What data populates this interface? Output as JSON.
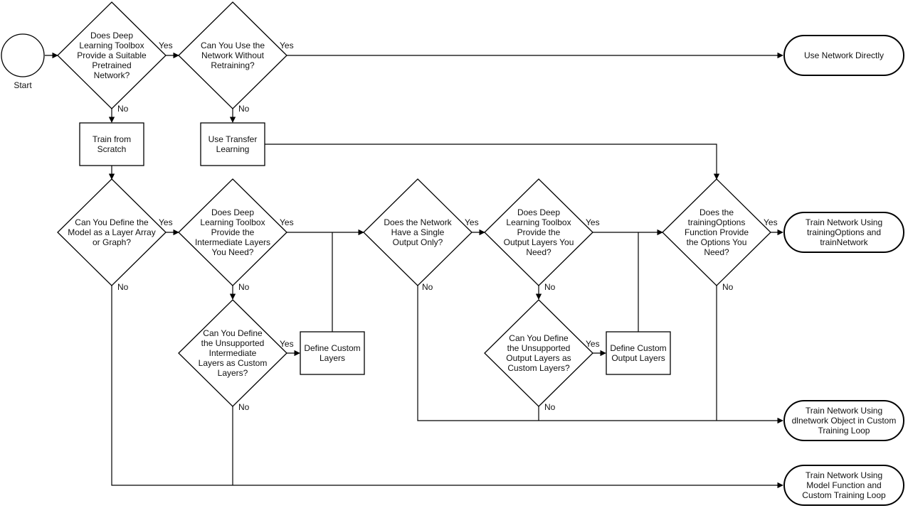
{
  "start": {
    "label": "Start"
  },
  "decisions": {
    "suitable_pretrained": [
      "Does Deep",
      "Learning Toolbox",
      "Provide a Suitable",
      "Pretrained",
      "Network?"
    ],
    "use_without_retraining": [
      "Can You Use the",
      "Network Without",
      "Retraining?"
    ],
    "layer_array_or_graph": [
      "Can You Define the",
      "Model as a Layer Array",
      "or Graph?"
    ],
    "intermediate_layers": [
      "Does Deep",
      "Learning Toolbox",
      "Provide the",
      "Intermediate Layers",
      "You Need?"
    ],
    "unsupported_intermediate": [
      "Can You Define",
      "the Unsupported",
      "Intermediate",
      "Layers as Custom",
      "Layers?"
    ],
    "single_output": [
      "Does the Network",
      "Have a Single",
      "Output Only?"
    ],
    "output_layers": [
      "Does Deep",
      "Learning Toolbox",
      "Provide the",
      "Output Layers You",
      "Need?"
    ],
    "unsupported_output": [
      "Can You Define",
      "the Unsupported",
      "Output Layers as",
      "Custom Layers?"
    ],
    "training_options": [
      "Does the",
      "trainingOptions",
      "Function Provide",
      "the Options You",
      "Need?"
    ]
  },
  "processes": {
    "train_from_scratch": [
      "Train from",
      "Scratch"
    ],
    "transfer_learning": [
      "Use Transfer",
      "Learning"
    ],
    "custom_layers": [
      "Define Custom",
      "Layers"
    ],
    "custom_output_layers": [
      "Define Custom",
      "Output Layers"
    ]
  },
  "terminals": {
    "use_directly": [
      "Use Network Directly"
    ],
    "train_network": [
      "Train Network Using",
      "trainingOptions and",
      "trainNetwork"
    ],
    "dlnetwork": [
      "Train Network Using",
      "dlnetwork Object in Custom",
      "Training Loop"
    ],
    "model_function": [
      "Train Network Using",
      "Model Function and",
      "Custom Training Loop"
    ]
  },
  "edge_labels": {
    "yes": "Yes",
    "no": "No"
  }
}
